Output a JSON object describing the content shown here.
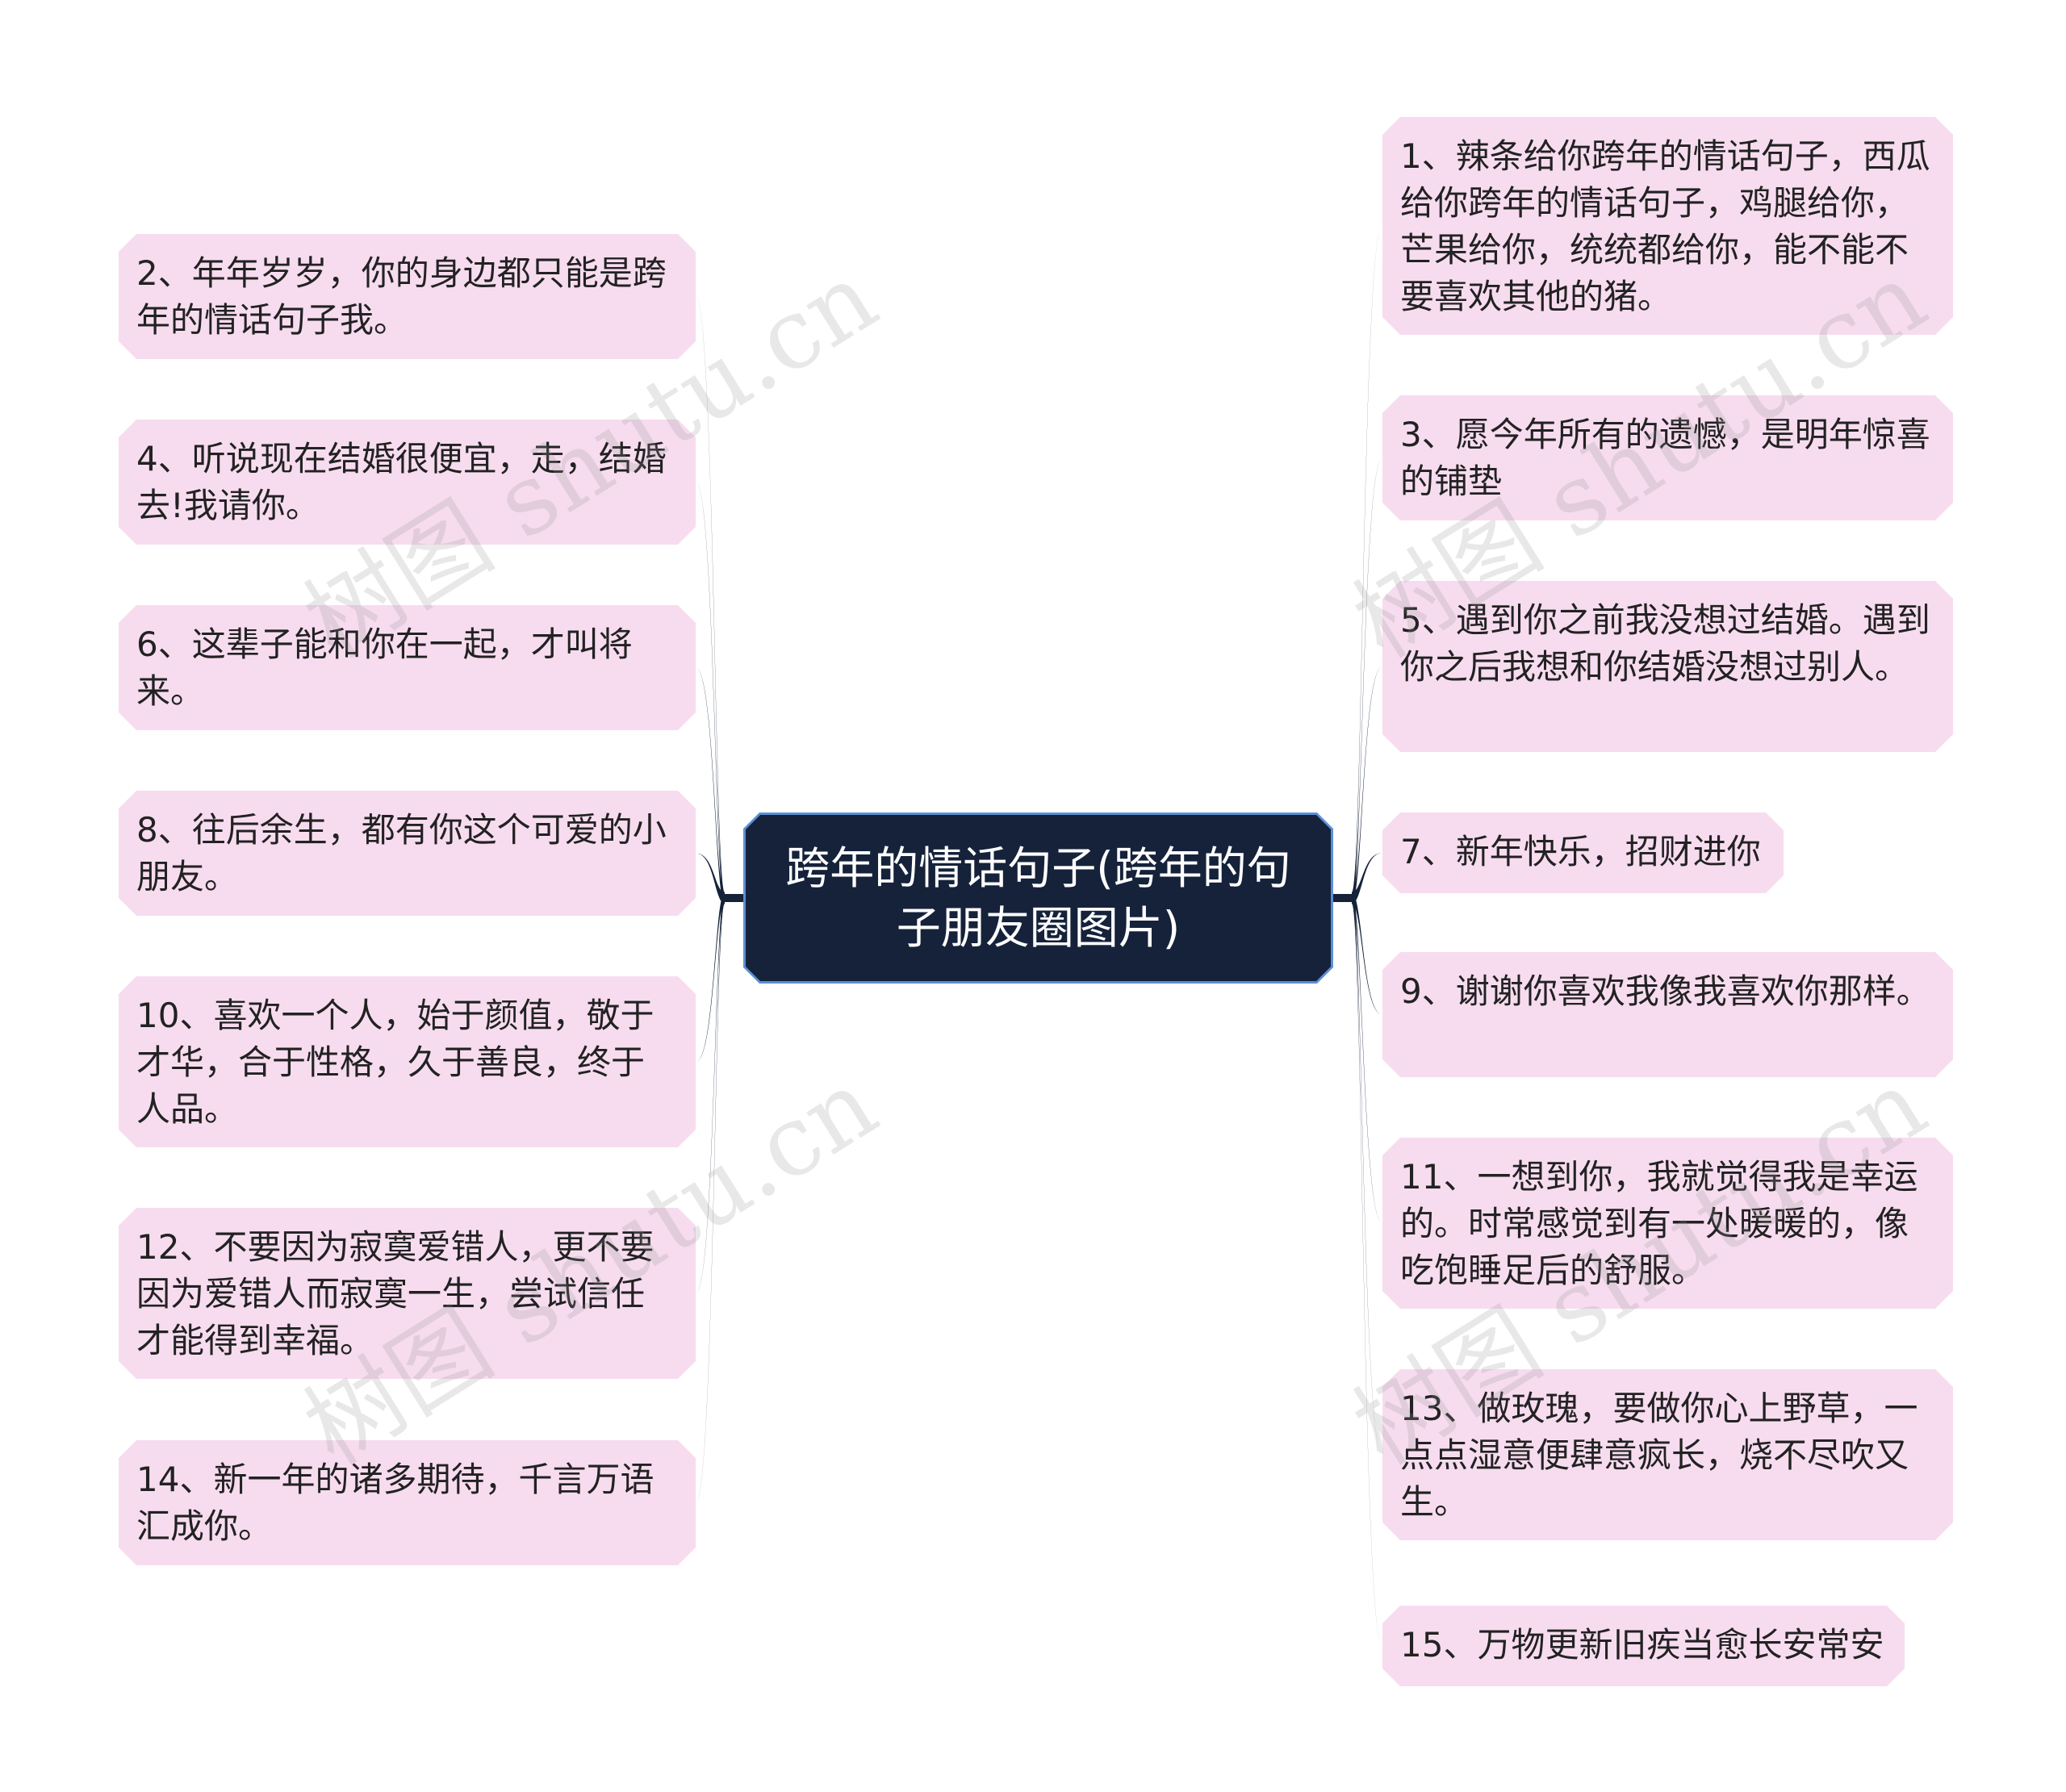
{
  "central": {
    "title": "跨年的情话句子(跨年的句子朋友圈图片)"
  },
  "left_nodes": [
    "2、年年岁岁，你的身边都只能是跨年的情话句子我。",
    "4、听说现在结婚很便宜，走，结婚去!我请你。",
    "6、这辈子能和你在一起，才叫将来。",
    "8、往后余生，都有你这个可爱的小朋友。",
    "10、喜欢一个人，始于颜值，敬于才华，合于性格，久于善良，终于人品。",
    "12、不要因为寂寞爱错人，更不要因为爱错人而寂寞一生，尝试信任才能得到幸福。",
    "14、新一年的诸多期待，千言万语汇成你。"
  ],
  "right_nodes": [
    "1、辣条给你跨年的情话句子，西瓜给你跨年的情话句子，鸡腿给你，芒果给你，统统都给你，能不能不要喜欢其他的猪。",
    "3、愿今年所有的遗憾，是明年惊喜的铺垫",
    "5、遇到你之前我没想过结婚。遇到你之后我想和你结婚没想过别人。",
    "7、新年快乐，招财进你",
    "9、谢谢你喜欢我像我喜欢你那样。",
    "11、一想到你，我就觉得我是幸运的。时常感觉到有一处暖暖的，像吃饱睡足后的舒服。",
    "13、做玫瑰，要做你心上野草，一点点湿意便肆意疯长，烧不尽吹又生。",
    "15、万物更新旧疾当愈长安常安"
  ],
  "watermark": "树图 shutu.cn",
  "colors": {
    "node_fill": "#f7dcef",
    "central_fill": "#15223a",
    "central_border": "#5b8fd6",
    "link": "#15223a"
  }
}
